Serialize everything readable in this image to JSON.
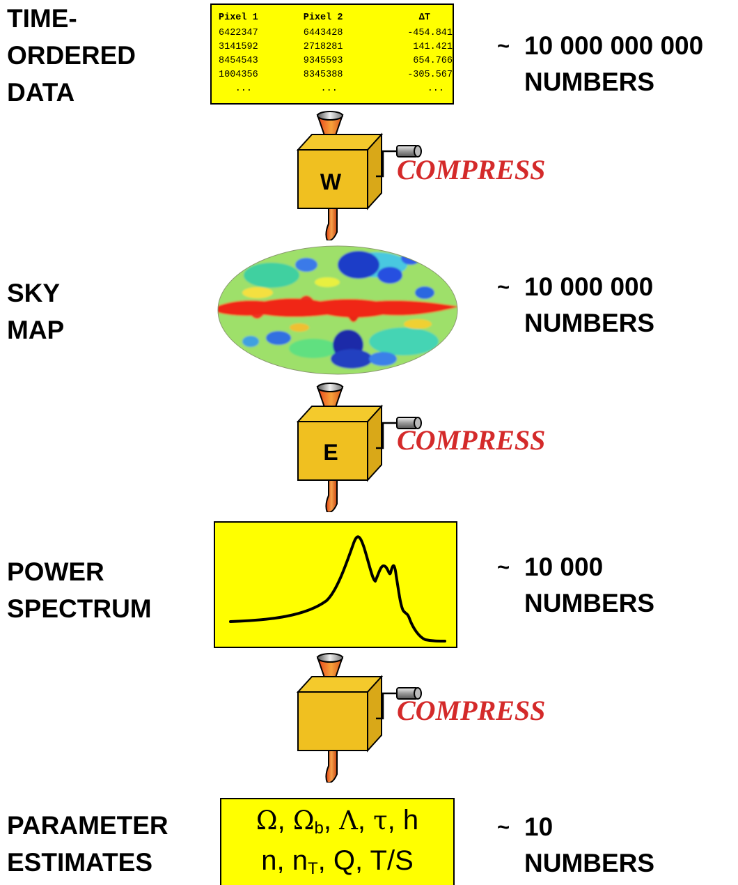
{
  "stages": {
    "tod": {
      "label_line1": "TIME-",
      "label_line2": "ORDERED",
      "label_line3": "DATA",
      "count_tilde": "~",
      "count_number": "10 000 000 000",
      "count_unit": "NUMBERS"
    },
    "skymap": {
      "label_line1": "SKY",
      "label_line2": "MAP",
      "count_tilde": "~",
      "count_number": "10 000 000",
      "count_unit": "NUMBERS"
    },
    "power": {
      "label_line1": "POWER",
      "label_line2": "SPECTRUM",
      "count_tilde": "~",
      "count_number": "10 000",
      "count_unit": "NUMBERS"
    },
    "params": {
      "label_line1": "PARAMETER",
      "label_line2": "ESTIMATES",
      "count_tilde": "~",
      "count_number": "10",
      "count_unit": "NUMBERS"
    }
  },
  "tod_table": {
    "headers": [
      "Pixel 1",
      "Pixel 2",
      "ΔT"
    ],
    "rows": [
      [
        "6422347",
        "6443428",
        "-454.841"
      ],
      [
        "3141592",
        "2718281",
        "141.421"
      ],
      [
        "8454543",
        "9345593",
        "654.766"
      ],
      [
        "1004356",
        "8345388",
        "-305.567"
      ],
      [
        "...",
        "...",
        "..."
      ]
    ]
  },
  "machines": [
    {
      "letter": "W",
      "action": "COMPRESS"
    },
    {
      "letter": "E",
      "action": "COMPRESS"
    },
    {
      "letter": "",
      "action": "COMPRESS"
    }
  ],
  "parameters": {
    "omega": "Ω",
    "sep1": ", ",
    "omega_b": "Ω",
    "omega_b_sub": "b",
    "sep2": ", ",
    "lambda": "Λ",
    "sep3": ", ",
    "tau": "τ",
    "sep4": ", ",
    "h": "h",
    "n": "n",
    "sep5": ", ",
    "n_t": "n",
    "n_t_sub": "T",
    "sep6": ", ",
    "q": "Q",
    "sep7": ", ",
    "ts": "T/S"
  },
  "colors": {
    "box_fill": "#ffff00",
    "machine_body": "#f0c020",
    "compress_text": "#d42a2a"
  }
}
